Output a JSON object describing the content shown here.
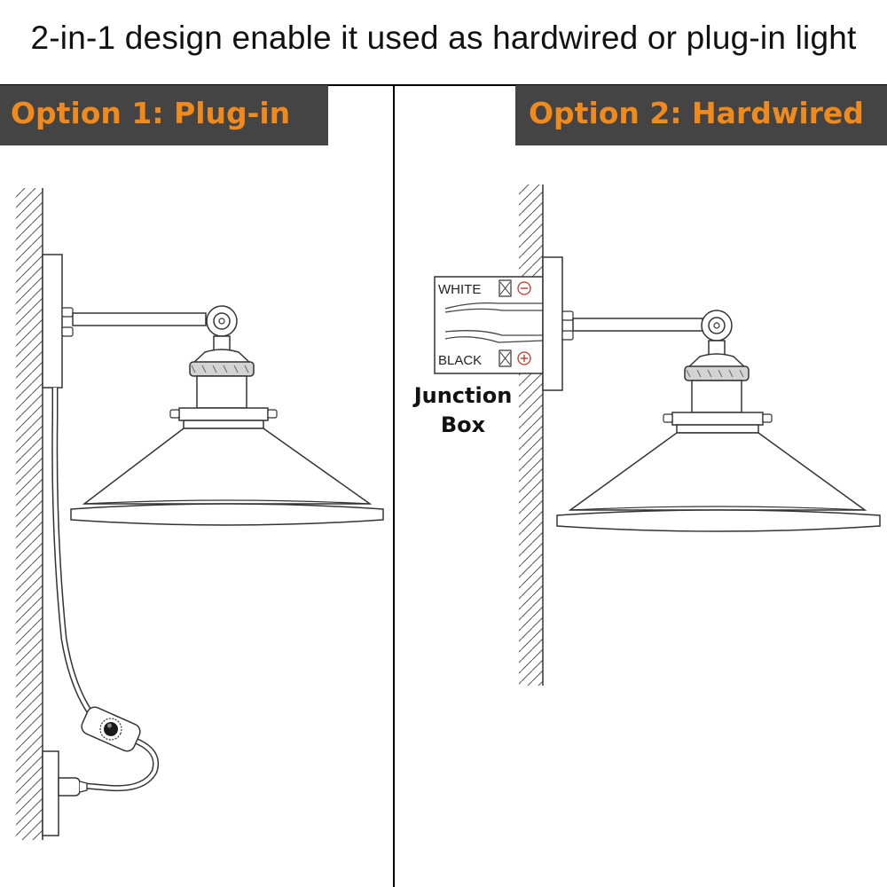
{
  "headline": "2-in-1 design enable it used as hardwired or plug-in light",
  "options": [
    {
      "label": "Option 1: Plug-in"
    },
    {
      "label": "Option 2: Hardwired"
    }
  ],
  "junction_box": {
    "title_line1": "Junction",
    "title_line2": "Box",
    "white_wire_label": "WHITE",
    "black_wire_label": "BLACK"
  },
  "colors": {
    "banner_background": "#444444",
    "banner_text": "#f08a1c",
    "line_art": "#333333"
  }
}
